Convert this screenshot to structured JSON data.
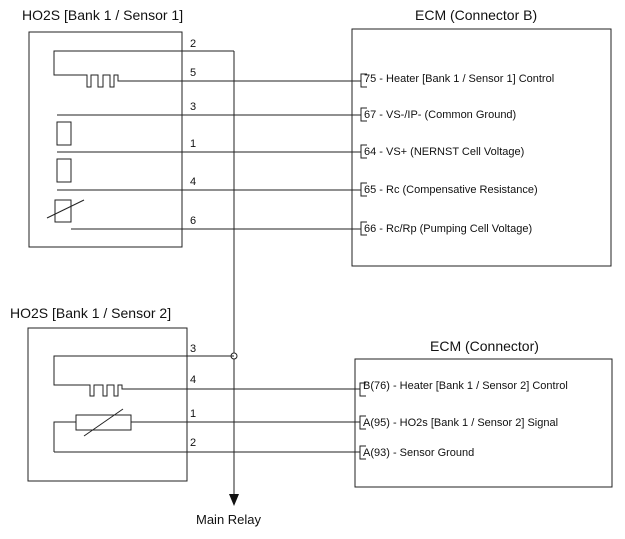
{
  "sensor1": {
    "title": "HO2S [Bank 1 / Sensor 1]",
    "pins": [
      "2",
      "5",
      "3",
      "1",
      "4",
      "6"
    ]
  },
  "ecm_b": {
    "title": "ECM (Connector B)",
    "labels": [
      "75 - Heater [Bank 1 / Sensor 1] Control",
      "67 - VS-/IP- (Common Ground)",
      "64 - VS+ (NERNST Cell Voltage)",
      "65 - Rc (Compensative Resistance)",
      "66 - Rc/Rp (Pumping Cell Voltage)"
    ]
  },
  "sensor2": {
    "title": "HO2S [Bank 1 / Sensor 2]",
    "pins": [
      "3",
      "4",
      "1",
      "2"
    ]
  },
  "ecm": {
    "title": "ECM (Connector)",
    "labels": [
      "B(76) - Heater [Bank 1 / Sensor 2] Control",
      "A(95) - HO2s [Bank 1 / Sensor 2] Signal",
      "A(93) - Sensor Ground"
    ]
  },
  "relay": {
    "label": "Main Relay"
  }
}
